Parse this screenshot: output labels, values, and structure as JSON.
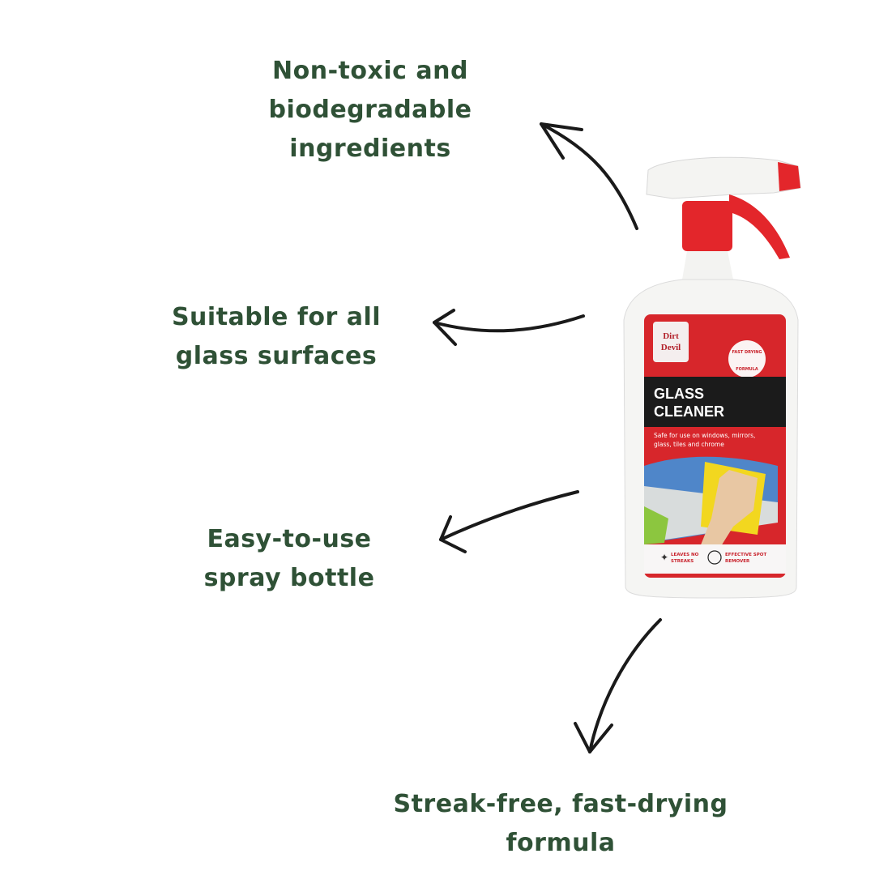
{
  "features": [
    {
      "lines": [
        "Non-toxic and",
        "biodegradable",
        "ingredients"
      ]
    },
    {
      "lines": [
        "Suitable for all",
        "glass surfaces"
      ]
    },
    {
      "lines": [
        "Easy-to-use",
        "spray bottle"
      ]
    },
    {
      "lines": [
        "Streak-free, fast-drying",
        "formula"
      ]
    }
  ],
  "product": {
    "brand": "Dirt Devil",
    "name_line1": "GLASS",
    "name_line2": "CLEANER",
    "badge_line1": "FAST DRYING",
    "badge_line2": "FORMULA",
    "desc_line1": "Safe for use on windows, mirrors,",
    "desc_line2": "glass, tiles and chrome",
    "icon1_line1": "LEAVES NO",
    "icon1_line2": "STREAKS",
    "icon2_line1": "EFFECTIVE SPOT",
    "icon2_line2": "REMOVER"
  },
  "colors": {
    "text": "#2f5136",
    "label_red": "#d7262b",
    "band_black": "#1b1b1b"
  }
}
